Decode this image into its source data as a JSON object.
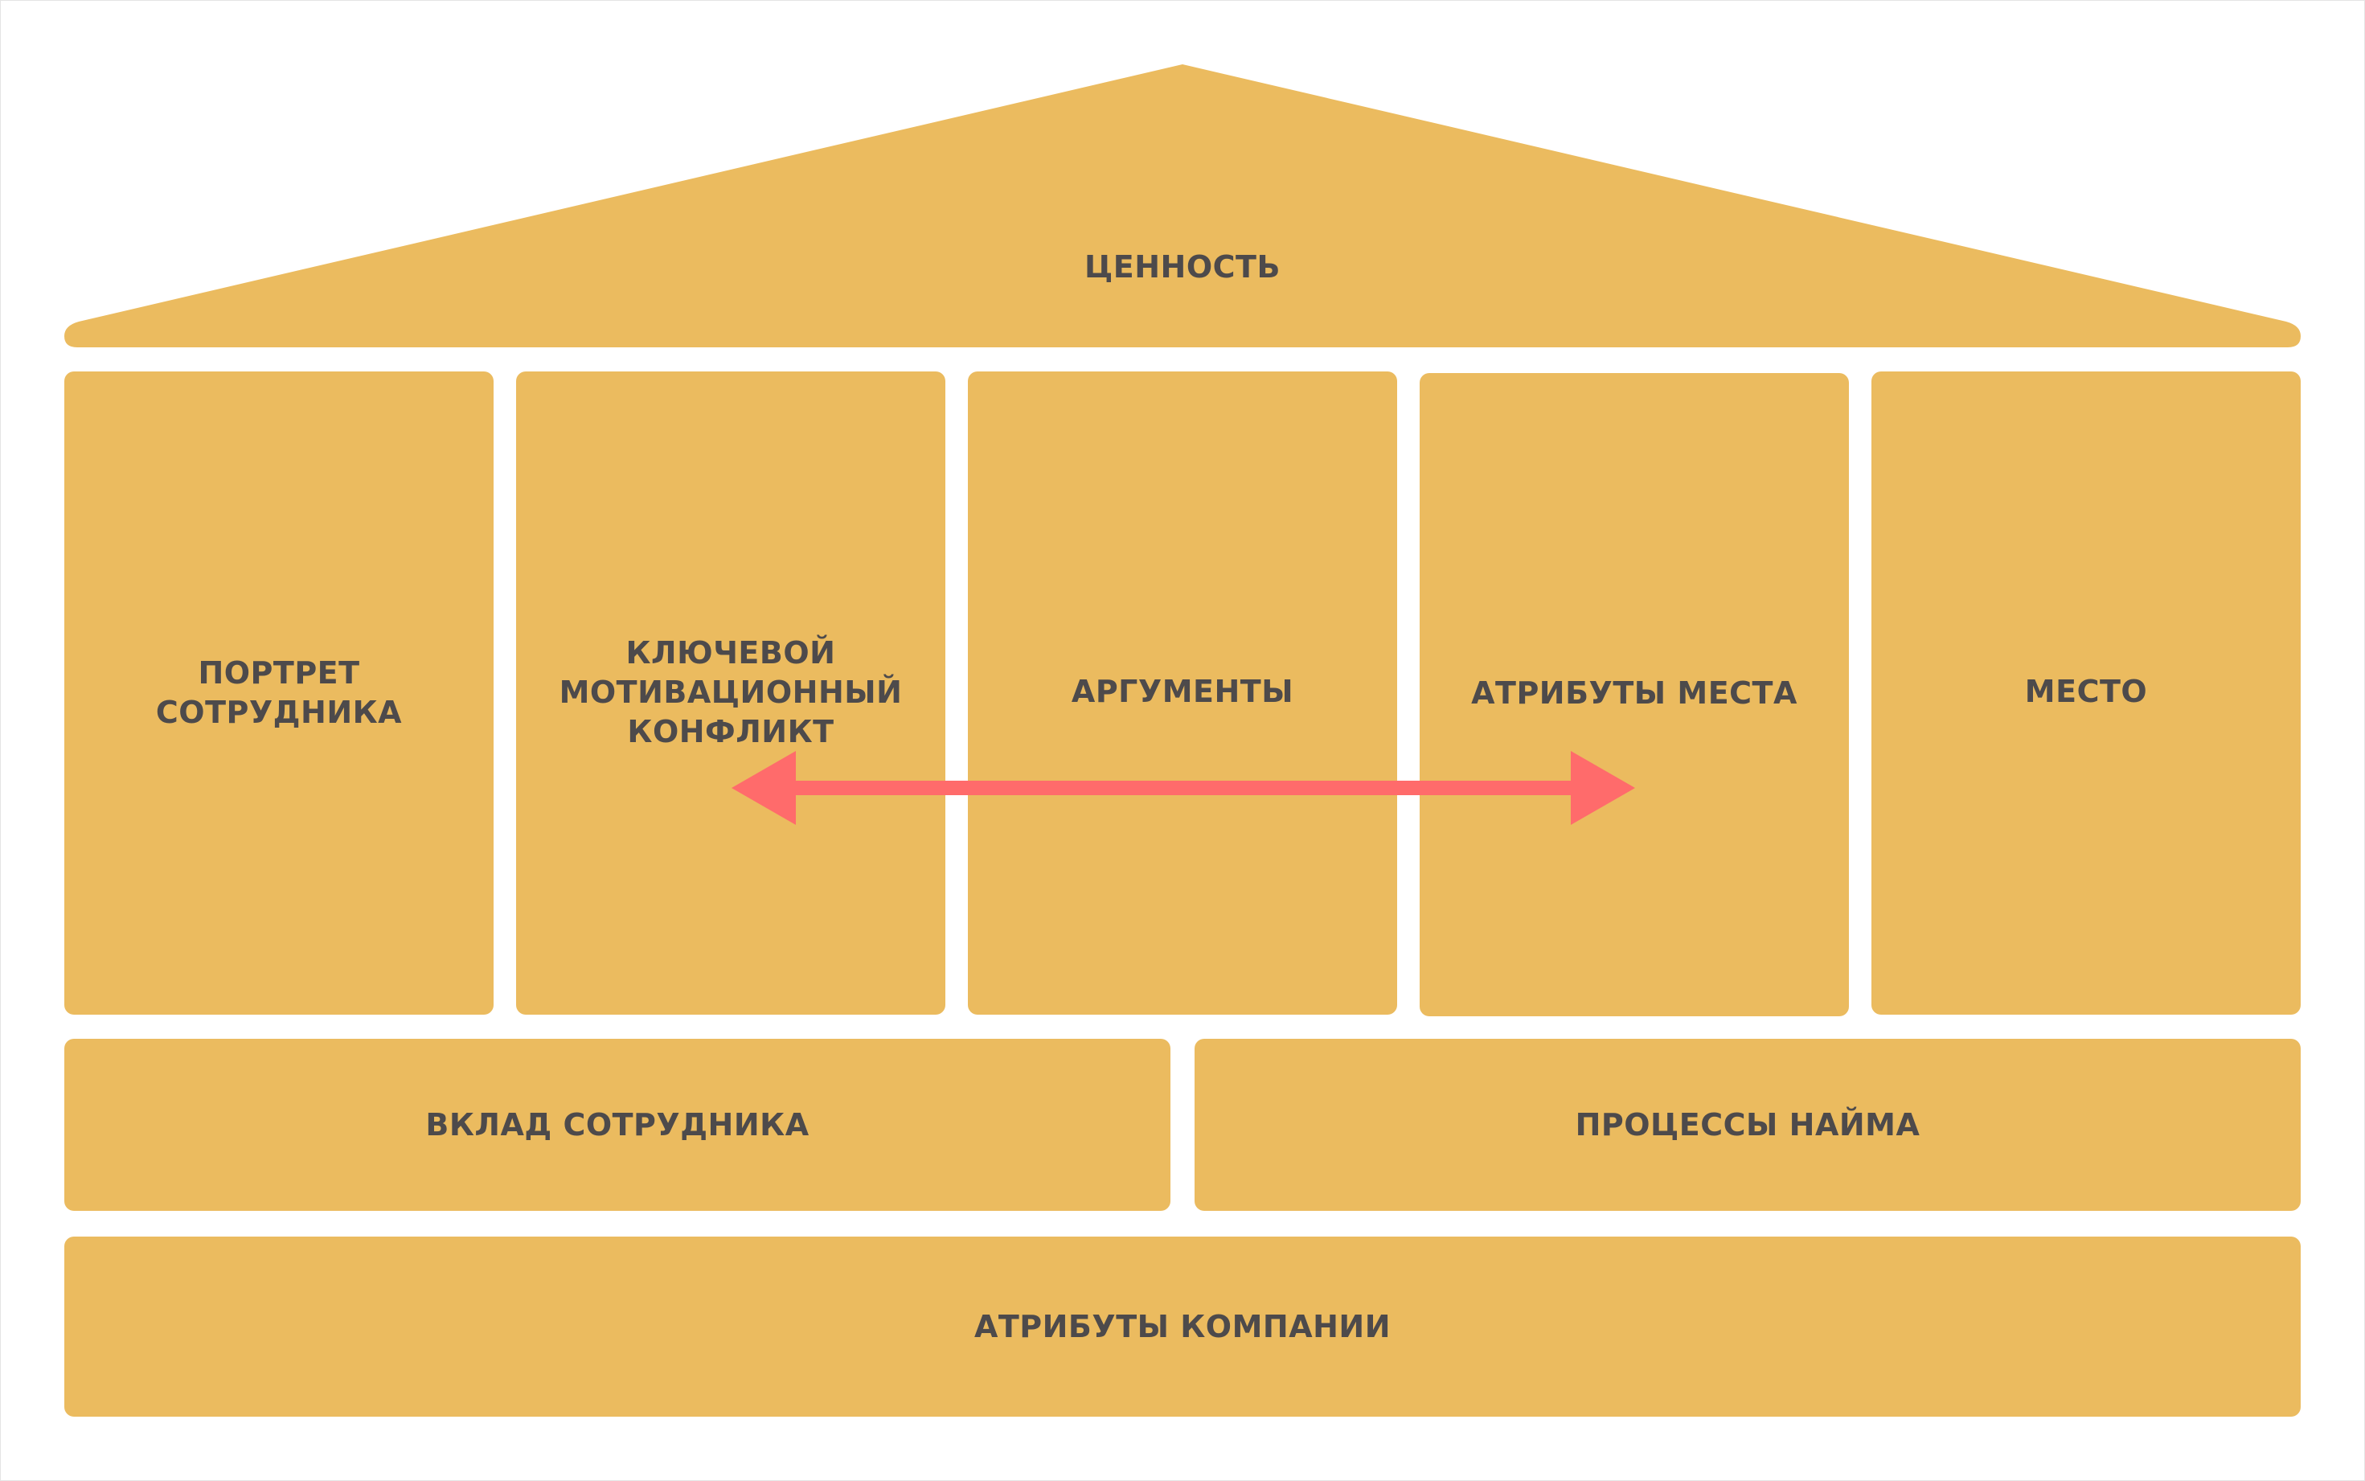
{
  "roof": {
    "label": "ЦЕННОСТЬ"
  },
  "pillars": [
    {
      "label": "ПОРТРЕТ\nСОТРУДНИКА"
    },
    {
      "label": "КЛЮЧЕВОЙ\nМОТИВАЦИОННЫЙ\nКОНФЛИКТ"
    },
    {
      "label": "АРГУМЕНТЫ"
    },
    {
      "label": "АТРИБУТЫ МЕСТА"
    },
    {
      "label": "МЕСТО"
    }
  ],
  "middle_row": [
    {
      "label": "ВКЛАД СОТРУДНИКА"
    },
    {
      "label": "ПРОЦЕССЫ НАЙМА"
    }
  ],
  "foundation": {
    "label": "АТРИБУТЫ КОМПАНИИ"
  },
  "colors": {
    "block": "#ebbb5f",
    "text": "#4d4a4b",
    "arrow": "#ff6b6b",
    "background": "#ffffff"
  },
  "arrow": {
    "direction": "bidirectional",
    "connects": [
      "КЛЮЧЕВОЙ МОТИВАЦИОННЫЙ КОНФЛИКТ",
      "АТРИБУТЫ МЕСТА"
    ]
  }
}
